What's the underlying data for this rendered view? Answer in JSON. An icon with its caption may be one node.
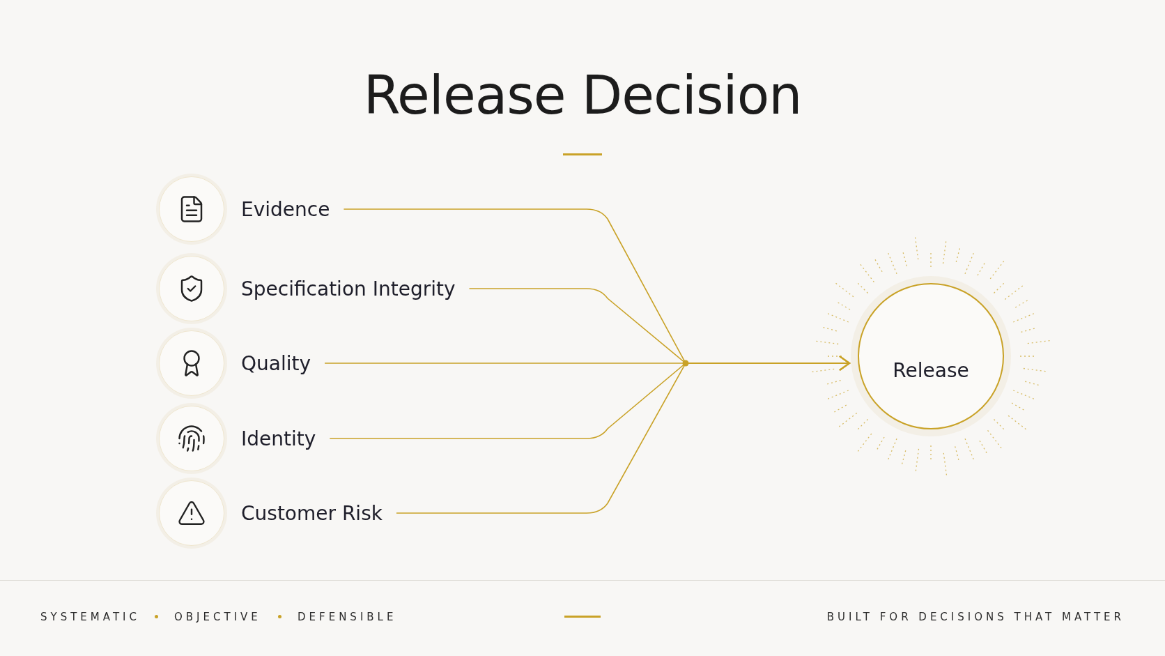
{
  "diagram": {
    "title": "Release Decision",
    "nodes": [
      {
        "text": [
          "Evidence"
        ]
      },
      {
        "text": [
          "Specification Integrity"
        ]
      },
      {
        "text": [
          "Quality"
        ]
      },
      {
        "text": [
          "Identity"
        ]
      },
      {
        "text": [
          "Customer Risk"
        ]
      },
      {
        "text": [
          "Release"
        ]
      }
    ],
    "edges": [
      {
        "from": 0,
        "to": 5,
        "arrow": "to"
      },
      {
        "from": 1,
        "to": 5,
        "arrow": "to"
      },
      {
        "from": 2,
        "to": 5,
        "arrow": "to"
      },
      {
        "from": 3,
        "to": 5,
        "arrow": "to"
      },
      {
        "from": 4,
        "to": 5,
        "arrow": "to"
      }
    ],
    "labels": [
      "SYSTEMATIC",
      "OBJECTIVE",
      "DEFENSIBLE",
      "BUILT FOR DECISIONS THAT MATTER"
    ]
  }
}
